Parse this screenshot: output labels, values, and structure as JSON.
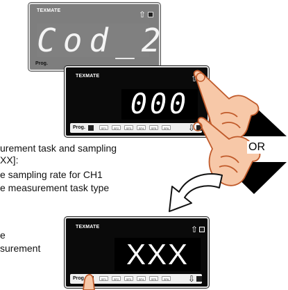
{
  "meter_top": {
    "brand": "TEXMATE",
    "display": "Cod_2",
    "prog_label": "Prog.",
    "up_icon": "up-arrow-outline",
    "down_icon": "down-arrow-outline"
  },
  "meter_middle": {
    "brand": "TEXMATE",
    "display": "000",
    "prog_label": "Prog.",
    "setpoints": [
      "SP1",
      "SP2",
      "SP3",
      "SP4",
      "SP5",
      "SP6"
    ]
  },
  "meter_bottom": {
    "brand": "TEXMATE",
    "display": "XXX",
    "prog_label": "Prog.",
    "setpoints": [
      "SP1",
      "SP2",
      "SP3",
      "SP4",
      "SP5",
      "SP6"
    ]
  },
  "or_label": "OR",
  "text_lines": [
    "urement task and sampling",
    "XX]:",
    "e sampling rate for CH1",
    "e measurement task type",
    "e",
    "surement"
  ],
  "colors": {
    "gray_bezel": "#7e7e7e",
    "black_bezel": "#0a0a0a",
    "triangle": "#000000",
    "hand_fill": "#f7c8a8",
    "hand_stroke": "#c05a2a"
  }
}
